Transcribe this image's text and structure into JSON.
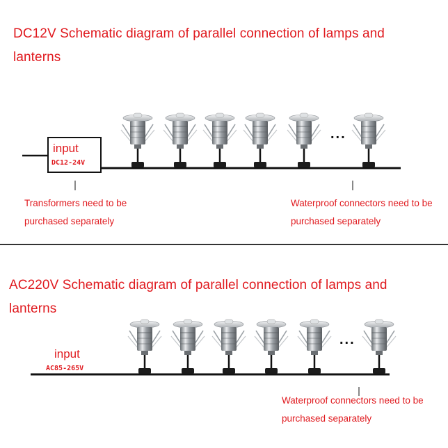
{
  "section1": {
    "title": "DC12V Schematic diagram of parallel connection of lamps and lanterns",
    "input_label": "input",
    "input_range": "DC12-24V",
    "note_left": "Transformers need to be purchased separately",
    "note_right": "Waterproof connectors need to be purchased separately",
    "ellipsis": "..."
  },
  "section2": {
    "title": "AC220V Schematic diagram of parallel connection of lamps and lanterns",
    "input_label": "input",
    "input_range": "AC85-265V",
    "note_right": "Waterproof connectors need to be purchased separately",
    "ellipsis": "..."
  },
  "colors": {
    "accent": "#e0191e",
    "line": "#111111"
  }
}
